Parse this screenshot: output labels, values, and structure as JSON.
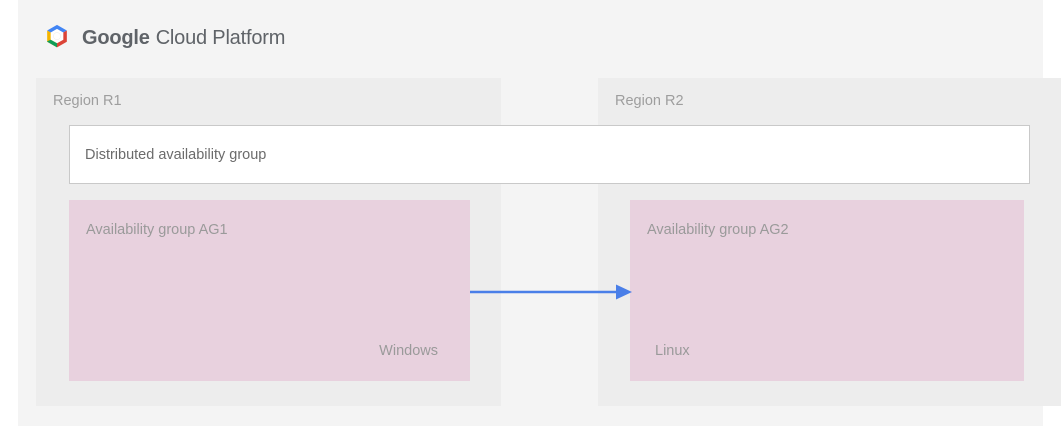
{
  "header": {
    "logo_icon": "google-cloud-platform-logo-icon",
    "brand_google": "Google",
    "brand_suffix": "Cloud Platform",
    "logo_colors": {
      "blue": "#4285f4",
      "red": "#db4437",
      "yellow": "#f4b400",
      "green": "#0f9d58",
      "center": "#ffffff"
    }
  },
  "diagram": {
    "type": "architecture-diagram",
    "regions": [
      {
        "id": "r1",
        "label": "Region R1",
        "availability_group": {
          "title": "Availability group AG1",
          "os_label": "Windows"
        }
      },
      {
        "id": "r2",
        "label": "Region R2",
        "availability_group": {
          "title": "Availability group AG2",
          "os_label": "Linux"
        }
      }
    ],
    "distributed_group": {
      "label": "Distributed availability group"
    },
    "connector": {
      "name": "replication-arrow",
      "direction": "left-to-right",
      "from": "Availability group AG1",
      "to": "Availability group AG2",
      "color": "#4a7fe8"
    },
    "colors": {
      "page_background": "#ffffff",
      "card_background": "#f4f4f4",
      "region_background": "#ededed",
      "availability_group_background": "#e8d1de",
      "box_background": "#ffffff",
      "box_border": "#c9c9c9",
      "text_muted": "#9a9a9a",
      "text_label": "#6b6b6b"
    }
  }
}
